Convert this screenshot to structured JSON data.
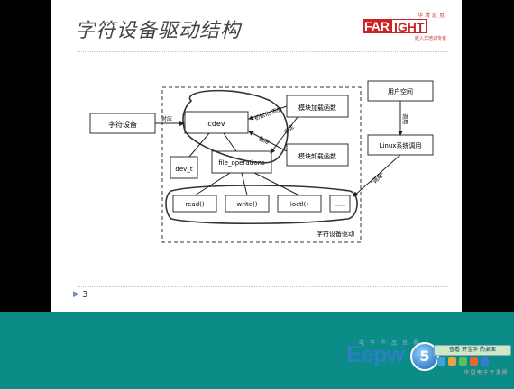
{
  "slide": {
    "title": "字符设备驱动结构",
    "page_number": "3"
  },
  "logo": {
    "brand_a": "FAR",
    "brand_b": "IGHT",
    "small_top": "华清远见",
    "tagline": "嵌入式培训专家"
  },
  "diagram": {
    "char_device": "字符设备",
    "correspond": "对应",
    "cdev": "cdev",
    "init_add": "初始化/添加",
    "bind": "绑定",
    "remove": "删除",
    "module_load": "模块加载函数",
    "module_unload": "模块卸载函数",
    "dev_t": "dev_t",
    "file_operations": "file_operations",
    "read": "read()",
    "write": "write()",
    "ioctl": "ioctl()",
    "ellipsis": "……",
    "user_space": "用户空间",
    "call": "调用",
    "linux_syscall": "Linux系统调用",
    "call_quoted": "\"调用\"",
    "driver": "字符设备驱动"
  },
  "taskbar": {
    "watermark": "Eepw",
    "watermark_small": "电子产品世界",
    "tray_label": "查看 开宝中 的桌面",
    "tray_sub": "中国电子开发网"
  },
  "colors": {
    "bottom_bar": "#0b8c86",
    "logo_red": "#c22"
  }
}
